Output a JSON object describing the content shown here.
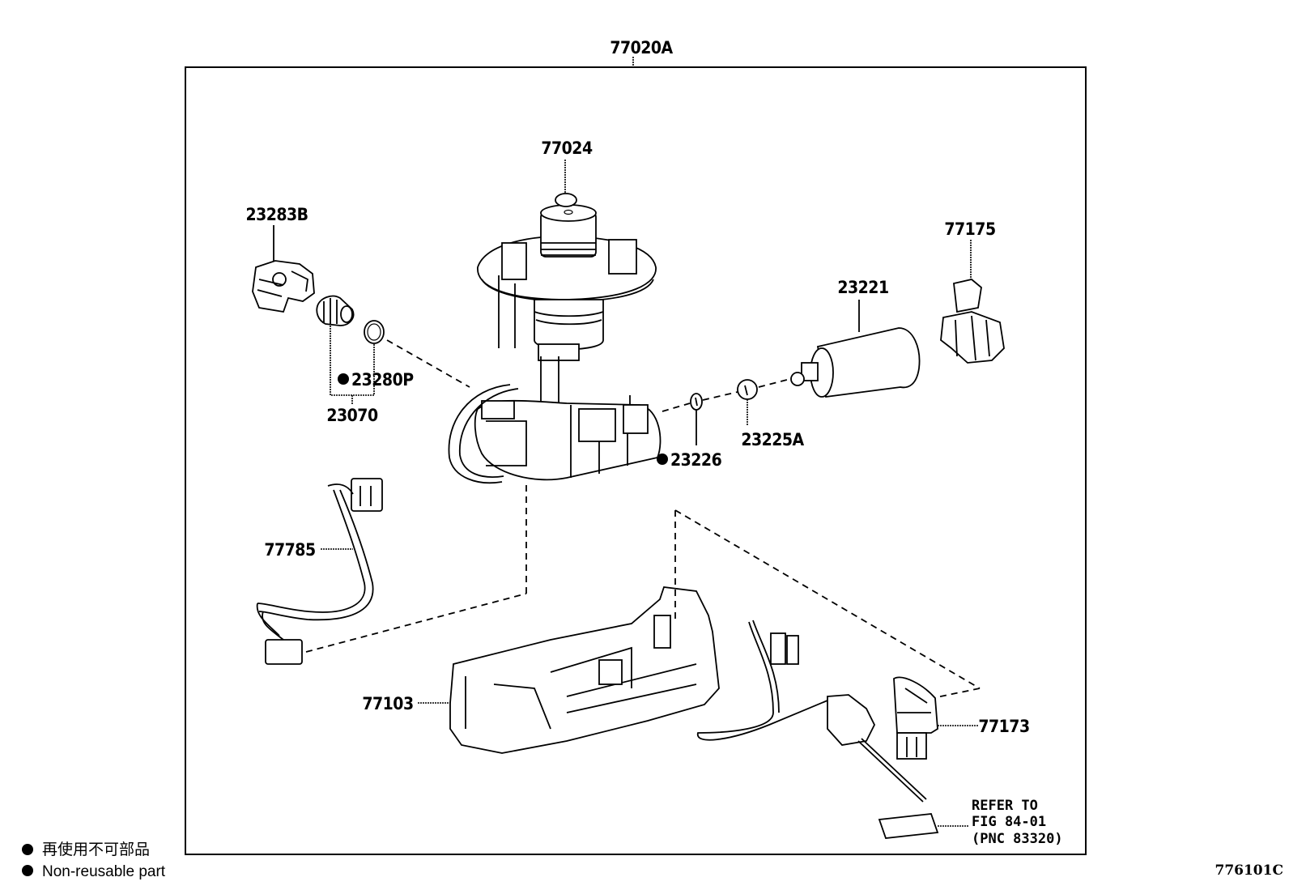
{
  "diagram": {
    "assembly_label": "77020A",
    "figure_code": "776101C",
    "parts": [
      {
        "id": "77024",
        "non_reusable": false
      },
      {
        "id": "23283B",
        "non_reusable": false
      },
      {
        "id": "23280P",
        "non_reusable": true
      },
      {
        "id": "23070",
        "non_reusable": false
      },
      {
        "id": "77175",
        "non_reusable": false
      },
      {
        "id": "23221",
        "non_reusable": false
      },
      {
        "id": "23225A",
        "non_reusable": false
      },
      {
        "id": "23226",
        "non_reusable": true
      },
      {
        "id": "77785",
        "non_reusable": false
      },
      {
        "id": "77103",
        "non_reusable": false
      },
      {
        "id": "77173",
        "non_reusable": false
      }
    ],
    "reference_note": {
      "line1": "REFER TO",
      "line2": "FIG 84-01",
      "line3": "(PNC 83320)"
    }
  },
  "legend": {
    "marker": "●",
    "japanese": "再使用不可部品",
    "english": "Non-reusable part"
  }
}
